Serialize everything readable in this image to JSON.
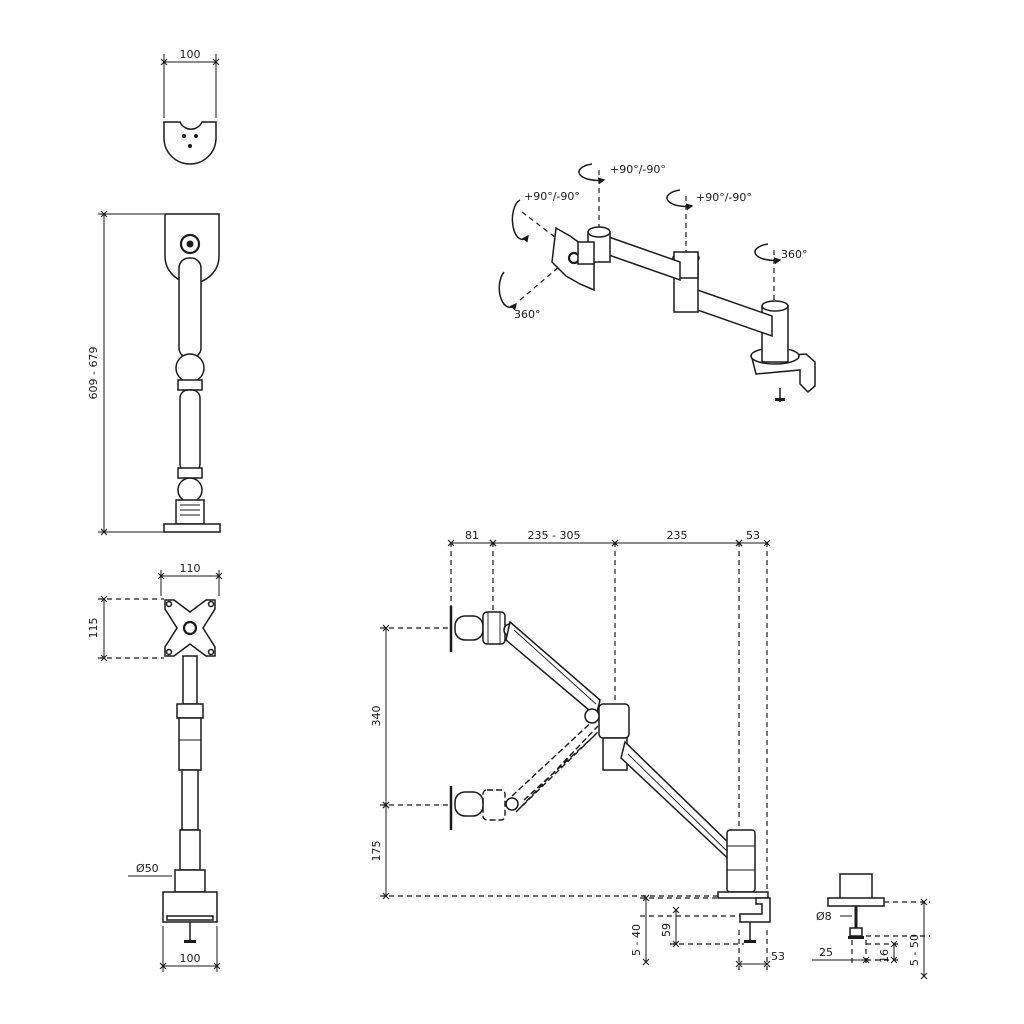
{
  "colors": {
    "line": "#1a1a1a",
    "background": "#ffffff"
  },
  "top_view": {
    "width": "100"
  },
  "side_view": {
    "height": "609 - 679"
  },
  "front_view": {
    "vesa_width": "110",
    "vesa_height": "115",
    "pole_diameter": "Ø50",
    "clamp_width": "100"
  },
  "perspective": {
    "rot_top": "+90°/-90°",
    "rot_left": "+90°/-90°",
    "rot_mid": "+90°/-90°",
    "rot_base": "360°",
    "rot_head": "360°"
  },
  "elevation": {
    "h1": "81",
    "h2": "235 - 305",
    "h3": "235",
    "h4": "53",
    "v1": "340",
    "v2": "175",
    "clamp_range": "5 - 40",
    "clamp_depth": "59",
    "clamp_offset": "53"
  },
  "grommet": {
    "bolt_diameter": "Ø8",
    "range": "5 - 50",
    "width": "25",
    "height": "16"
  }
}
